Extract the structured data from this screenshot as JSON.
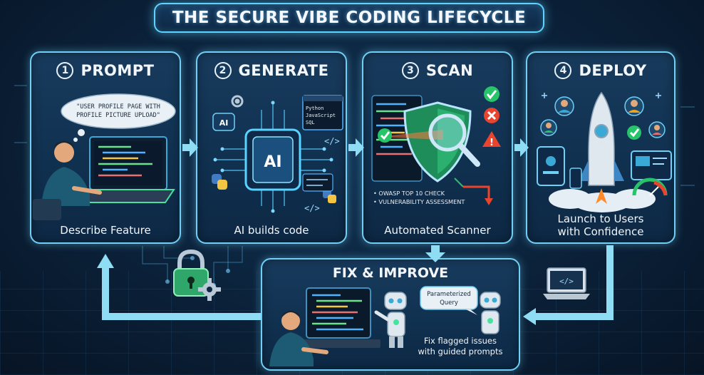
{
  "title": "THE SECURE VIBE CODING LIFECYCLE",
  "steps": [
    {
      "number": "1",
      "name": "PROMPT",
      "label": "Describe Feature",
      "bubble_line1": "\"USER PROFILE PAGE WITH",
      "bubble_line2": "PROFILE PICTURE UPLOAD\""
    },
    {
      "number": "2",
      "name": "GENERATE",
      "label": "AI builds code",
      "chip": "AI",
      "lang1": "Python",
      "lang2": "JavaScript",
      "lang3": "SQL"
    },
    {
      "number": "3",
      "name": "SCAN",
      "label": "Automated Scanner",
      "check1": "• OWASP TOP 10 CHECK",
      "check2": "• VULNERABILITY ASSESSMENT"
    },
    {
      "number": "4",
      "name": "DEPLOY",
      "label_line1": "Launch to Users",
      "label_line2": "with Confidence"
    }
  ],
  "fix": {
    "name": "FIX & IMPROVE",
    "bubble_line1": "Parameterized",
    "bubble_line2": "Query",
    "label_line1": "Fix flagged issues",
    "label_line2": "with guided prompts"
  },
  "colors": {
    "accent": "#6fcff5",
    "arrow": "#8fdcf5",
    "check": "#27c46a",
    "error": "#e8442e",
    "warning": "#f2a21b"
  }
}
